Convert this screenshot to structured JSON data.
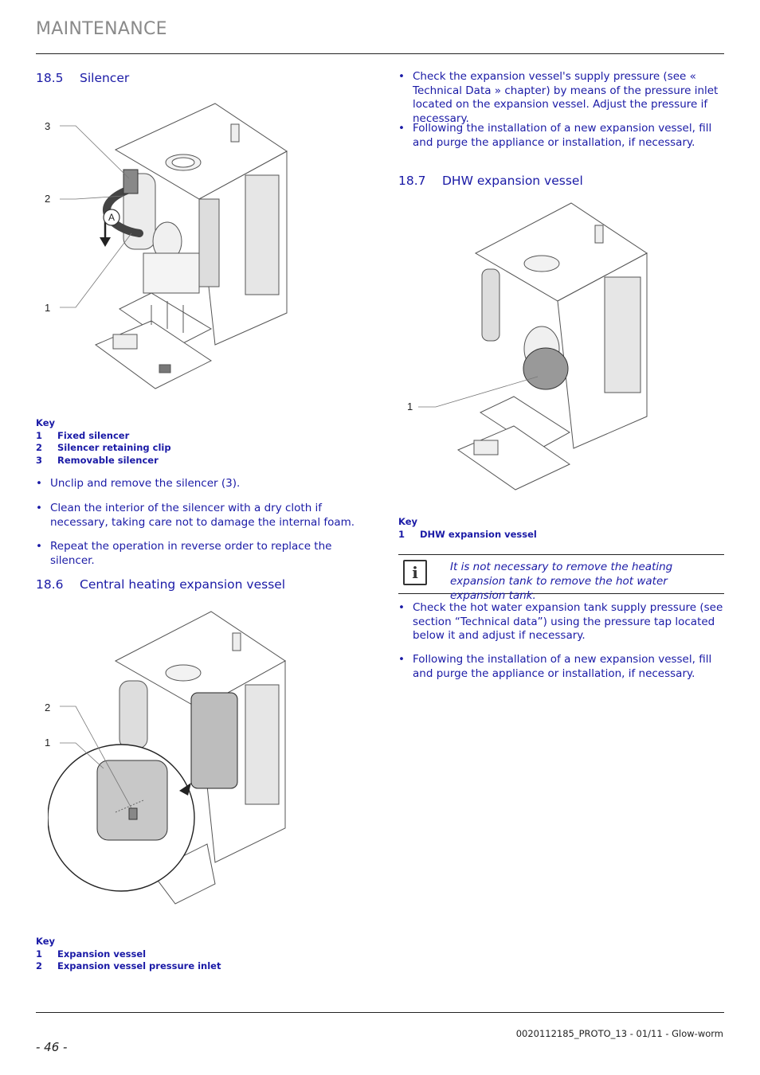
{
  "header": {
    "title": "MAINTENANCE"
  },
  "sections": {
    "s185": {
      "number": "18.5",
      "title": "Silencer",
      "callouts": [
        "3",
        "2",
        "1",
        "A"
      ],
      "key_label": "Key",
      "key": [
        {
          "n": "1",
          "text": "Fixed silencer"
        },
        {
          "n": "2",
          "text": "Silencer retaining clip"
        },
        {
          "n": "3",
          "text": "Removable silencer"
        }
      ],
      "bullets": [
        "Unclip and remove the silencer (3).",
        "Clean the interior of the silencer with a dry cloth if necessary, taking care not to damage the internal foam.",
        "Repeat the operation in reverse order to replace the silencer."
      ]
    },
    "s186": {
      "number": "18.6",
      "title": "Central heating expansion vessel",
      "callouts": [
        "2",
        "1"
      ],
      "key_label": "Key",
      "key": [
        {
          "n": "1",
          "text": "Expansion vessel"
        },
        {
          "n": "2",
          "text": "Expansion vessel pressure inlet"
        }
      ],
      "bullets": [
        "Check the expansion vessel's supply pressure (see « Technical Data » chapter) by means of the pressure inlet located on the expansion vessel. Adjust the pressure if necessary.",
        "Following the installation of a new expansion vessel, fill and purge the appliance or installation, if necessary."
      ]
    },
    "s187": {
      "number": "18.7",
      "title": "DHW expansion vessel",
      "callouts": [
        "1"
      ],
      "key_label": "Key",
      "key": [
        {
          "n": "1",
          "text": "DHW expansion vessel"
        }
      ],
      "note_icon": "i",
      "note": "It is not necessary to remove the heating expansion tank to remove the hot water expansion tank.",
      "bullets": [
        "Check the hot water expansion tank supply pressure (see section “Technical data”) using the pressure tap located below it and adjust if necessary.",
        "Following the installation of a new expansion vessel, fill and purge the appliance or installation, if necessary."
      ]
    }
  },
  "bullet_symbol": "•",
  "footer": {
    "page": "- 46 -",
    "doc": "0020112185_PROTO_13 - 01/11 - Glow-worm"
  },
  "colors": {
    "text_blue": "#1a1aa6",
    "header_gray": "#8a8a8a",
    "rule": "#222222"
  }
}
